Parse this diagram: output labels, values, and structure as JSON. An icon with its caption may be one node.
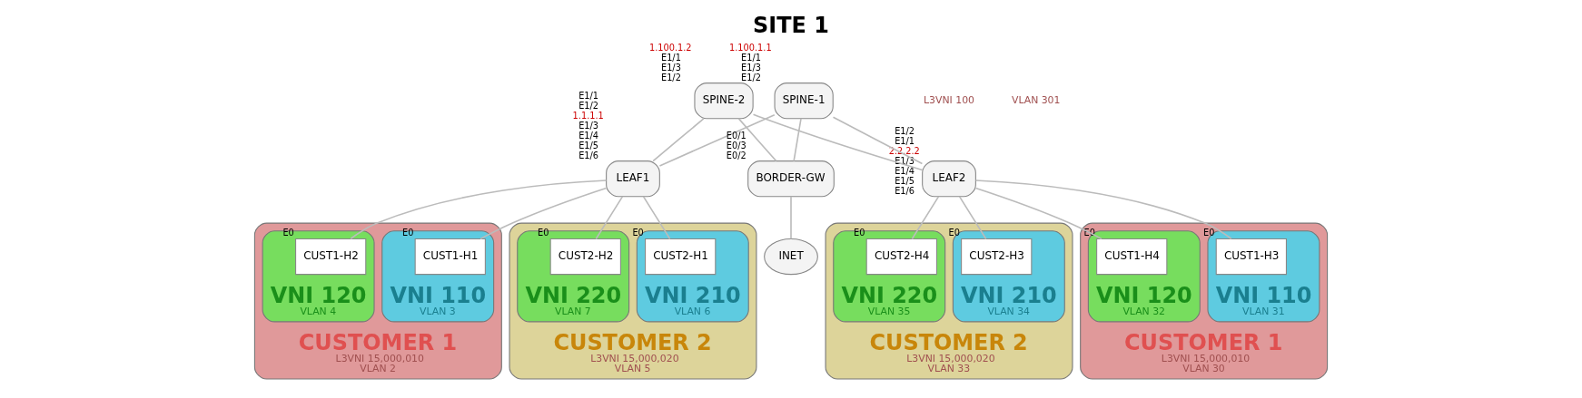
{
  "diagram": {
    "title": "SITE 1",
    "nodes": [
      {
        "text": [
          "SPINE-1"
        ],
        "beside": [
          "1.100.1.1",
          "E1/1",
          "E1/3",
          "E1/2"
        ]
      },
      {
        "text": [
          "SPINE-2"
        ],
        "beside": [
          "1.100.1.2",
          "E1/1",
          "E1/3",
          "E1/2"
        ]
      },
      {
        "text": [
          "LEAF1"
        ],
        "beside": [
          "E1/1",
          "E1/2",
          "1.1.1.1",
          "E1/3",
          "E1/4",
          "E1/5",
          "E1/6"
        ]
      },
      {
        "text": [
          "CUSTOMER 1",
          "L3VNI 15,000,010",
          "VLAN 2"
        ]
      },
      {
        "text": [
          "VNI 110",
          "VLAN 3"
        ],
        "in": 3
      },
      {
        "text": [
          "CUST1-H1"
        ],
        "beside": [
          "E0"
        ],
        "in": 4
      },
      {
        "text": [
          "VNI 120",
          "VLAN 4"
        ],
        "in": 3
      },
      {
        "text": [
          "CUST1-H2"
        ],
        "beside": [
          "E0"
        ],
        "in": 6
      },
      {
        "text": [
          "CUSTOMER 2",
          "L3VNI 15,000,020",
          "VLAN 5"
        ]
      },
      {
        "text": [
          "VNI 210",
          "VLAN 6"
        ],
        "in": 8
      },
      {
        "text": [
          "CUST2-H1"
        ],
        "beside": [
          "E0"
        ],
        "in": 9
      },
      {
        "text": [
          "VNI 220",
          "VLAN 7"
        ],
        "in": 8
      },
      {
        "text": [
          "CUST2-H2"
        ],
        "beside": [
          "E0"
        ],
        "in": 11
      },
      {
        "text": [
          "LEAF2"
        ],
        "beside": [
          "E1/2",
          "E1/1",
          "2.2.2.2",
          "E1/3",
          "E1/4",
          "E1/5",
          "E1/6"
        ]
      },
      {
        "text": [
          "CUSTOMER 1",
          "L3VNI 15,000,010",
          "VLAN 30"
        ]
      },
      {
        "text": [
          "VNI 110",
          "VLAN 31"
        ],
        "in": 14
      },
      {
        "text": [
          "CUST1-H3"
        ],
        "beside": [
          "E0"
        ],
        "in": 15
      },
      {
        "text": [
          "VNI 120",
          "VLAN 32"
        ],
        "in": 14
      },
      {
        "text": [
          "CUST1-H4"
        ],
        "beside": [
          "E0"
        ],
        "in": 17
      },
      {
        "text": [
          "CUSTOMER 2",
          "L3VNI 15,000,020",
          "VLAN 33"
        ]
      },
      {
        "text": [
          "VNI 210",
          "VLAN 34"
        ],
        "in": 19
      },
      {
        "text": [
          "CUST2-H3"
        ],
        "beside": [
          "E0"
        ],
        "in": 20
      },
      {
        "text": [
          "VNI 220",
          "VLAN 35"
        ],
        "in": 19
      },
      {
        "text": [
          "CUST2-H4"
        ],
        "beside": [
          "E0"
        ],
        "in": 22
      },
      {
        "text": [
          "BORDER-GW"
        ],
        "beside": [
          "E0/1",
          "E0/3",
          "E0/2"
        ]
      },
      {
        "text": [
          "INET"
        ]
      }
    ],
    "edges": [
      {
        "from": 0,
        "to": 2,
        "arrow": "none"
      },
      {
        "from": 0,
        "to": 13,
        "arrow": "none"
      },
      {
        "from": 0,
        "to": 24,
        "arrow": "none"
      },
      {
        "from": 1,
        "to": 2,
        "arrow": "none"
      },
      {
        "from": 1,
        "to": 13,
        "arrow": "none"
      },
      {
        "from": 1,
        "to": 24,
        "arrow": "none"
      },
      {
        "from": 2,
        "to": 5,
        "arrow": "none"
      },
      {
        "from": 2,
        "to": 7,
        "arrow": "none"
      },
      {
        "from": 2,
        "to": 10,
        "arrow": "none"
      },
      {
        "from": 2,
        "to": 12,
        "arrow": "none"
      },
      {
        "from": 13,
        "to": 16,
        "arrow": "none"
      },
      {
        "from": 13,
        "to": 18,
        "arrow": "none"
      },
      {
        "from": 13,
        "to": 21,
        "arrow": "none"
      },
      {
        "from": 13,
        "to": 23,
        "arrow": "none"
      },
      {
        "from": 24,
        "to": 25,
        "arrow": "none"
      }
    ],
    "labels": [
      "L3VNI 100",
      "VLAN 301"
    ]
  }
}
